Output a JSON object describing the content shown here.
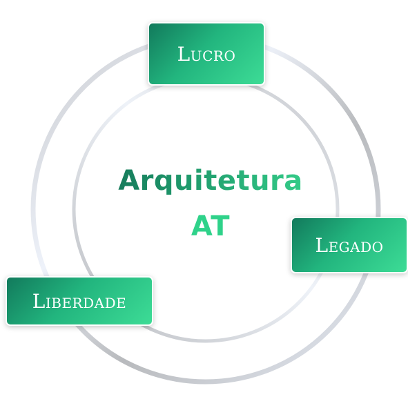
{
  "center": {
    "title_line1": "Arquitetura",
    "title_line2": "AT"
  },
  "nodes": {
    "lucro": "Lucro",
    "legado": "Legado",
    "liberdade": "Liberdade"
  },
  "colors": {
    "green_dark": "#127a5c",
    "green_light": "#3ddc96",
    "ring_gray": "#c9cbcf",
    "ring_light": "#e6ecf7"
  }
}
